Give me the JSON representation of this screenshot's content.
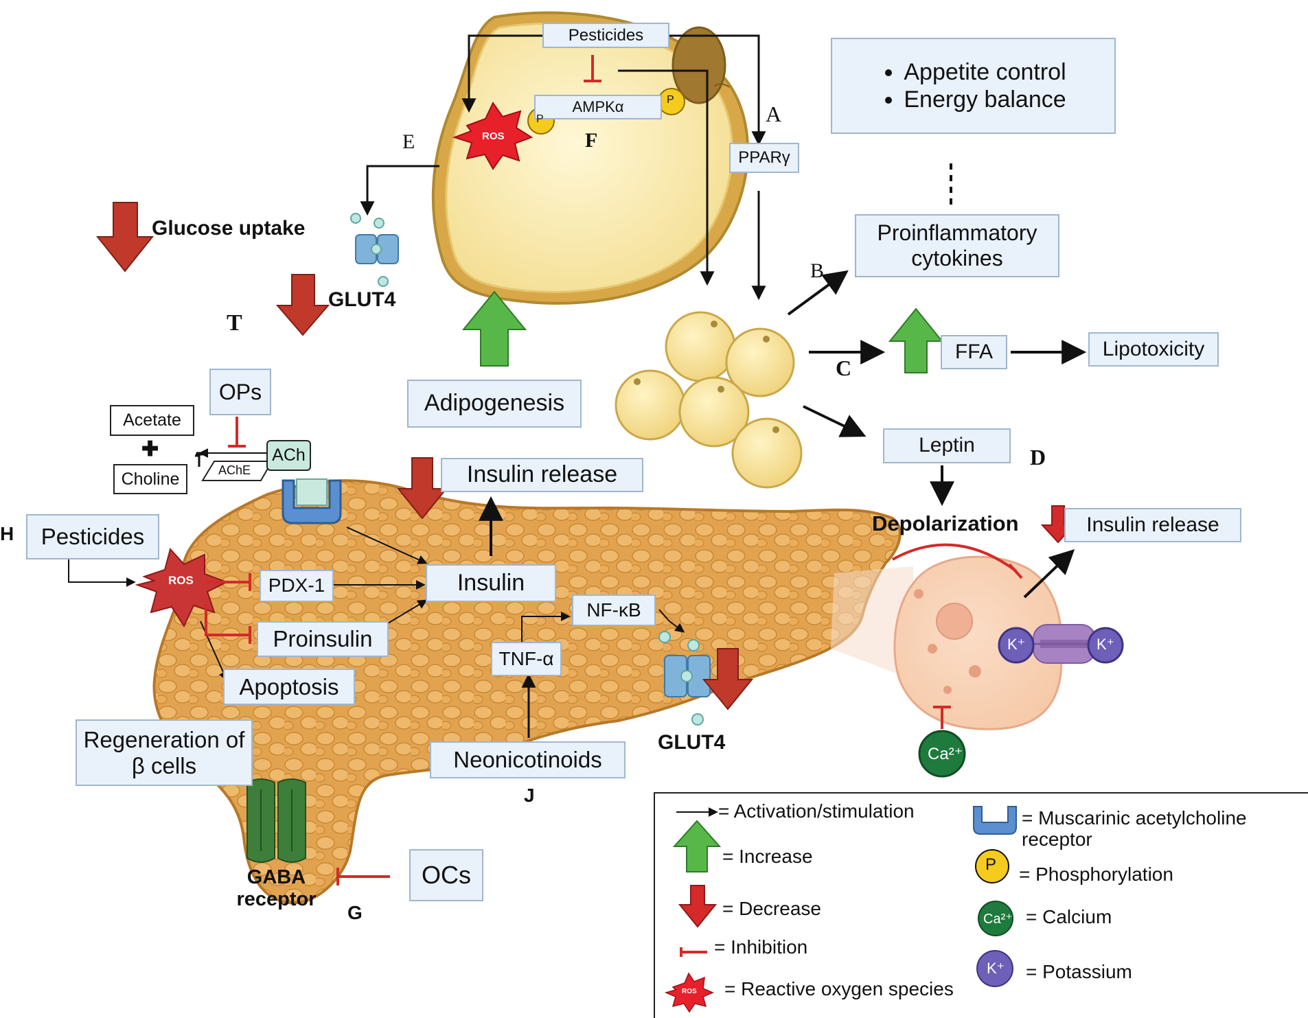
{
  "colors": {
    "cell_fill": "#fbeeb4",
    "cell_rim": "#c9a84a",
    "pancreas": "#e2a351",
    "pancreas_light": "#eeb96c",
    "box_fill": "#e9f1fa",
    "box_border": "#9fb6cf",
    "decrease_arrow": "#c0392b",
    "increase_arrow": "#57b849",
    "inhibition": "#d42a2a",
    "ros": "#e8202a",
    "phosphorylation": "#f5cb1d",
    "calcium": "#1f7a3d",
    "potassium": "#6e5fb8",
    "receptor_blue": "#5b8fcf",
    "gaba_green": "#3d7f3a"
  },
  "top": {
    "pesticides": "Pesticides",
    "ampk": "AMPKα",
    "p": "P",
    "ros": "ROS",
    "pparg": "PPARγ",
    "letter_a": "A",
    "letter_e": "E",
    "letter_f": "F",
    "glucose_uptake": "Glucose uptake",
    "glut4_top": "GLUT4",
    "adipogenesis": "Adipogenesis"
  },
  "right": {
    "bullets": [
      "Appetite control",
      "Energy balance"
    ],
    "cytokines": "Proinflammatory cytokines",
    "letter_b": "B",
    "letter_c": "C",
    "letter_d": "D",
    "ffa": "FFA",
    "lipotoxicity": "Lipotoxicity",
    "leptin": "Leptin",
    "depolarization": "Depolarization",
    "insulin_release_right": "Insulin release",
    "k": "K⁺",
    "ca": "Ca²⁺"
  },
  "left": {
    "ops": "OPs",
    "acetate": "Acetate",
    "choline": "Choline",
    "plus": "✚",
    "ach": "ACh",
    "ache": "AChE",
    "pesticides": "Pesticides",
    "letter_h": "H",
    "ros": "ROS",
    "pdx1": "PDX-1",
    "proinsulin": "Proinsulin",
    "apoptosis": "Apoptosis",
    "insulin": "Insulin",
    "insulin_release": "Insulin release",
    "regeneration": "Regeneration of  β cells",
    "tnf": "TNF-α",
    "nfkb": "NF-κB",
    "neonicotinoids": "Neonicotinoids",
    "letter_j": "J",
    "glut4_bottom": "GLUT4",
    "gaba": "GABA receptor",
    "ocs": "OCs",
    "letter_g": "G"
  },
  "legend": {
    "activation": "= Activation/stimulation",
    "increase": "= Increase",
    "decrease": "= Decrease",
    "inhibition": "= Inhibition",
    "ros": "= Reactive oxygen species",
    "ros_icon": "ROS",
    "muscarinic": "= Muscarinic acetylcholine receptor",
    "phosphorylation": "= Phosphorylation",
    "calcium": "= Calcium",
    "potassium": "= Potassium",
    "p": "P",
    "ca": "Ca²⁺",
    "k": "K⁺"
  }
}
